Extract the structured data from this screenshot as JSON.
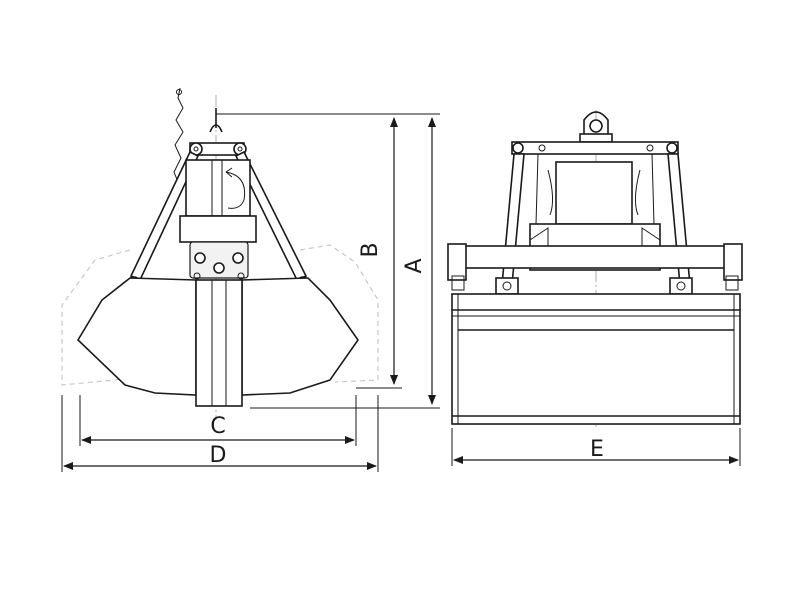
{
  "diagram": {
    "labels": {
      "A": "A",
      "B": "B",
      "C": "C",
      "D": "D",
      "E": "E"
    }
  }
}
